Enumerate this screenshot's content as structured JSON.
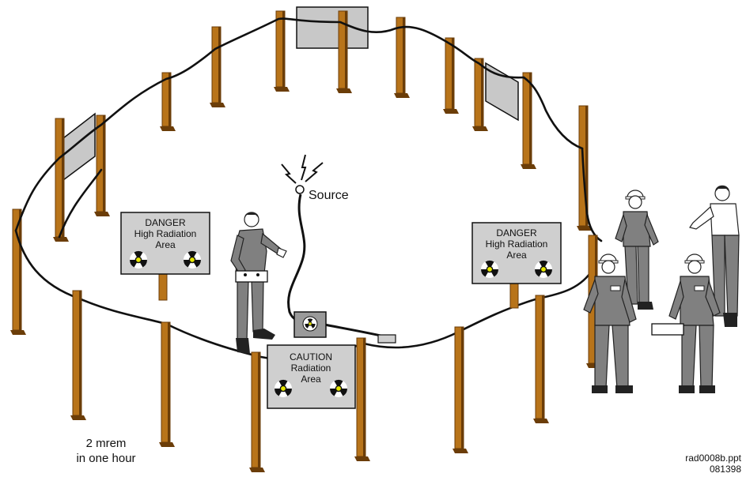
{
  "source_label": "Source",
  "danger_sign_left": {
    "line1": "DANGER",
    "line2": "High Radiation",
    "line3": "Area"
  },
  "danger_sign_right": {
    "line1": "DANGER",
    "line2": "High Radiation",
    "line3": "Area"
  },
  "caution_sign": {
    "line1": "CAUTION",
    "line2": "Radiation",
    "line3": "Area"
  },
  "dose_note": {
    "line1": "2  mrem",
    "line2": "in one hour"
  },
  "file_ref": {
    "line1": "rad0008b.ppt",
    "line2": "081398"
  },
  "colors": {
    "post": "#b8741a",
    "post_dark": "#6b3d08",
    "sign": "#cfcfcf",
    "worker": "#808080",
    "trefoil": "#e6e600"
  }
}
